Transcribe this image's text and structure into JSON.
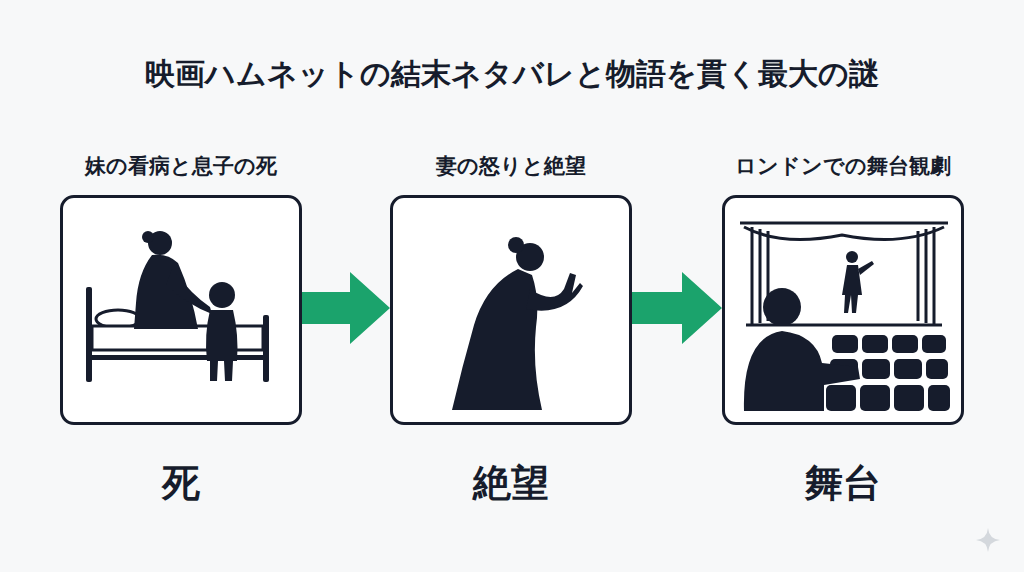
{
  "diagram": {
    "title": "映画ハムネットの結末ネタバレと物語を貫く最大の謎",
    "nodes": [
      {
        "text": [
          "妹の看病と息子の死",
          "死"
        ]
      },
      {
        "text": [
          "妻の怒りと絶望",
          "絶望"
        ]
      },
      {
        "text": [
          "ロンドンでの舞台観劇",
          "舞台"
        ]
      }
    ],
    "edges": [
      {
        "from": 0,
        "to": 1,
        "arrow": "to"
      },
      {
        "from": 1,
        "to": 2,
        "arrow": "to"
      }
    ]
  }
}
